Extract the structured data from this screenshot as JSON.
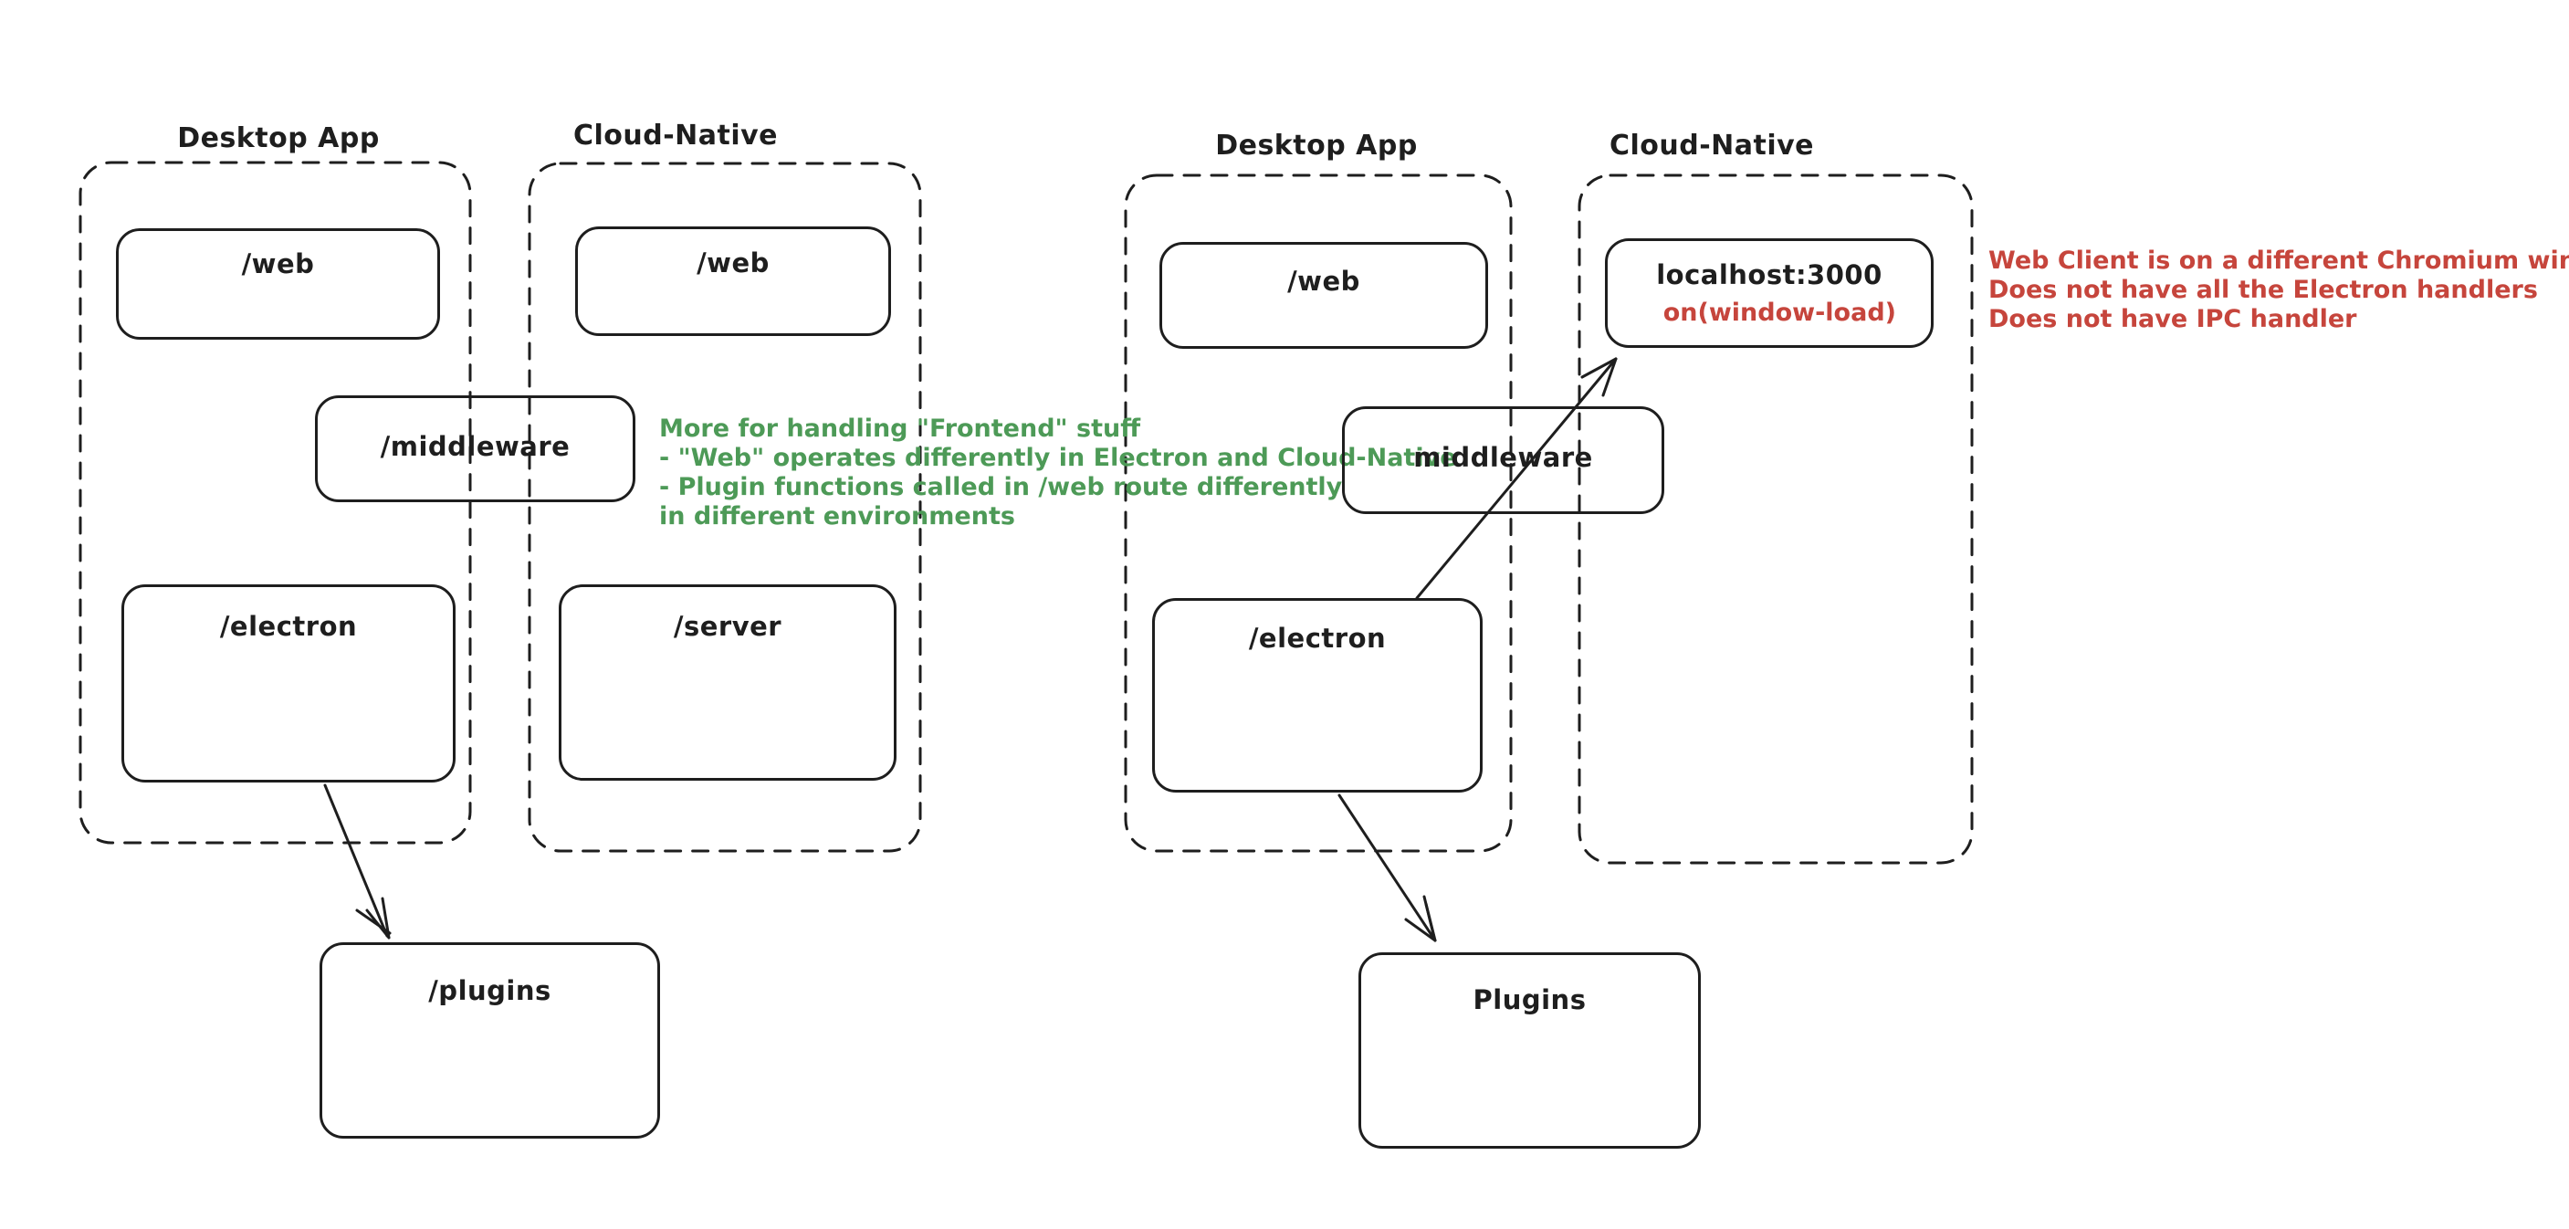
{
  "colors": {
    "ink": "#1e1e1e",
    "green": "#4d9a57",
    "red": "#c6453c",
    "background": "#ffffff"
  },
  "left_diagram": {
    "desktop": {
      "label": "Desktop App",
      "web": "/web",
      "electron": "/electron"
    },
    "cloud": {
      "label": "Cloud-Native",
      "web": "/web",
      "server": "/server"
    },
    "middleware": "/middleware",
    "plugins": "/plugins",
    "green_note": {
      "line1": "More for handling \"Frontend\" stuff",
      "line2": "- \"Web\" operates differently in Electron and Cloud-Native",
      "line3": "- Plugin functions called in /web route differently",
      "line4": "in different environments"
    }
  },
  "right_diagram": {
    "desktop": {
      "label": "Desktop App",
      "web": "/web",
      "electron": "/electron"
    },
    "cloud": {
      "label": "Cloud-Native",
      "localhost": "localhost:3000",
      "on_window_load": "on(window-load)"
    },
    "middleware": "middleware",
    "plugins": "Plugins",
    "red_note": {
      "line1": "Web Client is on a different Chromium window",
      "line2": "Does not have all the Electron handlers",
      "line3": "Does not have IPC handler"
    }
  }
}
